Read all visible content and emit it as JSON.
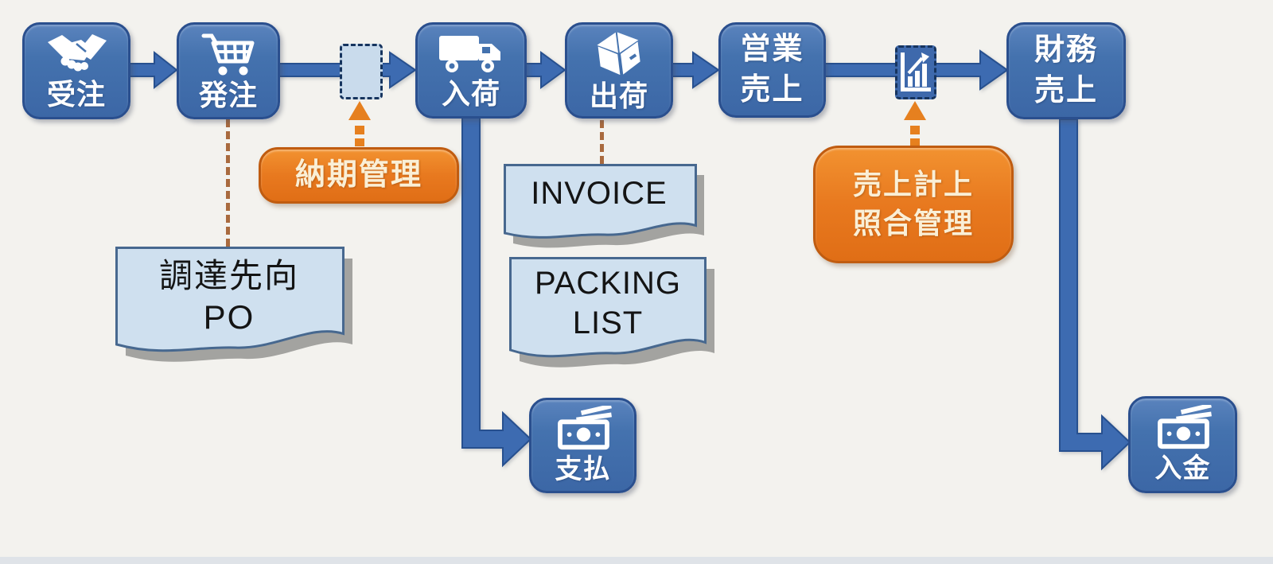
{
  "title": "trade-process-flow-diagram",
  "background_color": "#f3f2ee",
  "colors": {
    "node_blue": "#4472ae",
    "node_border": "#2a4f8e",
    "arrow_blue": "#3d6bb1",
    "arrow_border": "#27508f",
    "orange": "#e8791f",
    "orange_text": "#faefd6",
    "doc_fill": "#cfe0ef",
    "doc_border": "#47688f",
    "doc_shadow": "#8e8e8c",
    "dashed_line": "#a96a3e",
    "dotted_arrow": "#e6801f"
  },
  "nodes": [
    {
      "id": "order-received",
      "label": "受注",
      "icon": "handshake-icon"
    },
    {
      "id": "purchase-order",
      "label": "発注",
      "icon": "cart-icon"
    },
    {
      "id": "goods-receipt",
      "label": "入荷",
      "icon": "truck-icon"
    },
    {
      "id": "shipment",
      "label": "出荷",
      "icon": "package-icon"
    },
    {
      "id": "sales-revenue",
      "label1": "営業",
      "label2": "売上"
    },
    {
      "id": "finance-revenue",
      "label1": "財務",
      "label2": "売上"
    },
    {
      "id": "payment",
      "label": "支払",
      "icon": "money-icon"
    },
    {
      "id": "deposit",
      "label": "入金",
      "icon": "money-icon"
    }
  ],
  "management_boxes": [
    {
      "id": "delivery-date-management",
      "label": "納期管理"
    },
    {
      "id": "sales-reconciliation",
      "label1": "売上計上",
      "label2": "照合管理"
    }
  ],
  "documents": [
    {
      "id": "supplier-po",
      "line1": "調達先向",
      "line2": "PO"
    },
    {
      "id": "invoice",
      "line1": "INVOICE"
    },
    {
      "id": "packing-list",
      "line1": "PACKING",
      "line2": "LIST"
    }
  ]
}
